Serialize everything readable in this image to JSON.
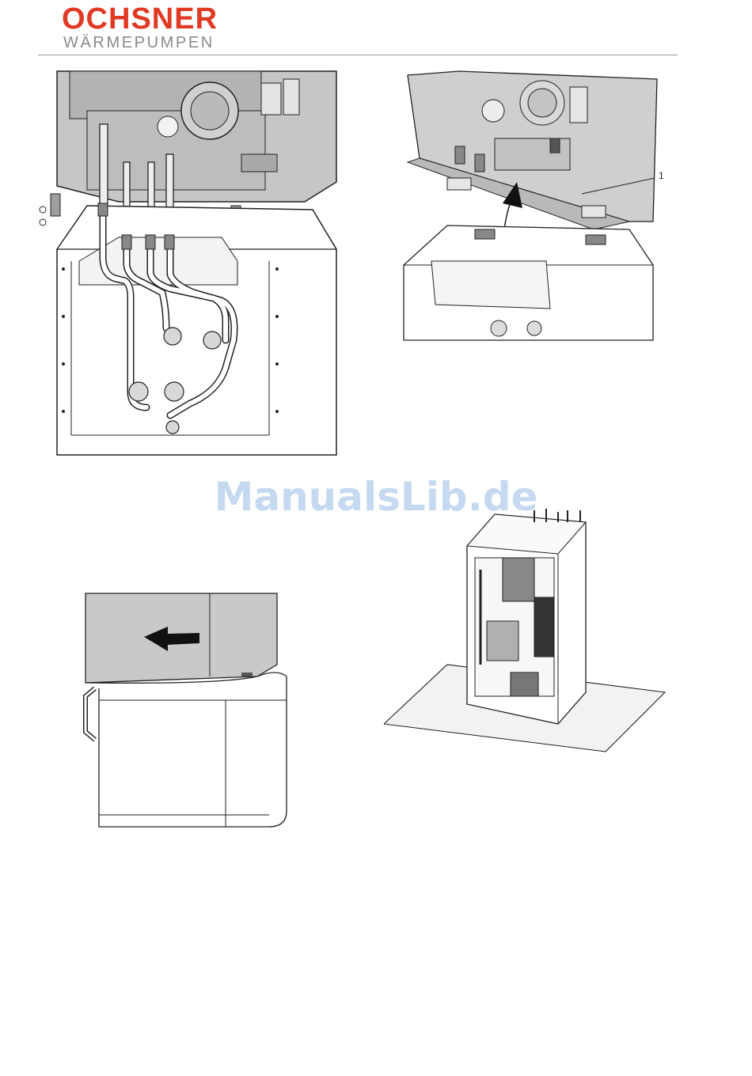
{
  "header": {
    "brand": "OCHSNER",
    "subtitle": "WÄRMEPUMPEN"
  },
  "figures": {
    "top_right": {
      "callout_label": "1"
    }
  },
  "watermark": "ManualsLib.de",
  "colors": {
    "brand_red": "#e03a24",
    "subtitle_gray": "#8a8a8a",
    "casing_gray": "#c9c9c9",
    "line": "#222222",
    "watermark": "#bcd3ee"
  }
}
